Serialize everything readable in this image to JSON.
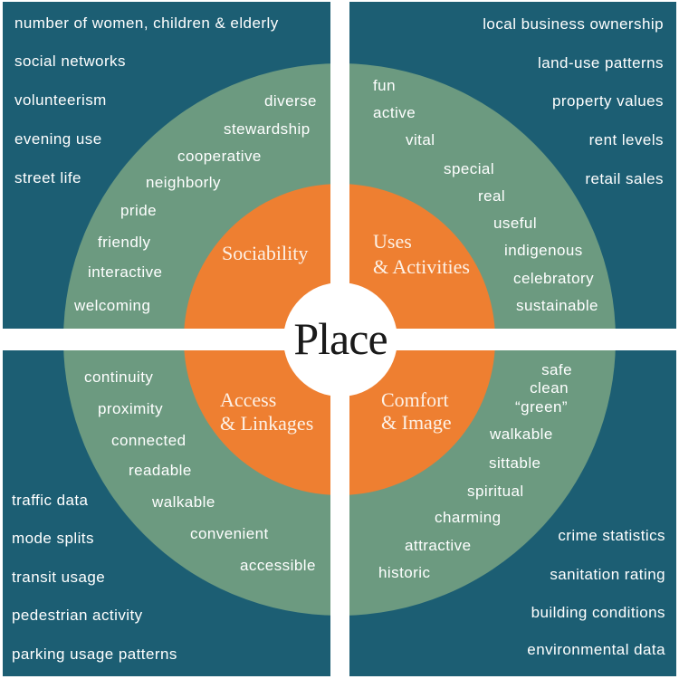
{
  "title": "Place",
  "colors": {
    "outer": "#1c5e73",
    "middle": "#6c9a80",
    "inner": "#ee7f31",
    "center": "#ffffff",
    "text": "#ffffff"
  },
  "quadrants": {
    "sociability": {
      "label": "Sociability",
      "attributes": [
        "diverse",
        "stewardship",
        "cooperative",
        "neighborly",
        "pride",
        "friendly",
        "interactive",
        "welcoming"
      ],
      "measurements": [
        "number of women, children & elderly",
        "social networks",
        "volunteerism",
        "evening use",
        "street life"
      ]
    },
    "uses_activities": {
      "label_line1": "Uses",
      "label_line2": "& Activities",
      "attributes": [
        "fun",
        "active",
        "vital",
        "special",
        "real",
        "useful",
        "indigenous",
        "celebratory",
        "sustainable"
      ],
      "measurements": [
        "local business ownership",
        "land-use patterns",
        "property values",
        "rent levels",
        "retail sales"
      ]
    },
    "access_linkages": {
      "label_line1": "Access",
      "label_line2": "& Linkages",
      "attributes": [
        "continuity",
        "proximity",
        "connected",
        "readable",
        "walkable",
        "convenient",
        "accessible"
      ],
      "measurements": [
        "traffic data",
        "mode splits",
        "transit usage",
        "pedestrian activity",
        "parking usage patterns"
      ]
    },
    "comfort_image": {
      "label_line1": "Comfort",
      "label_line2": "& Image",
      "attributes": [
        "safe",
        "clean",
        "“green”",
        "walkable",
        "sittable",
        "spiritual",
        "charming",
        "attractive",
        "historic"
      ],
      "measurements": [
        "crime statistics",
        "sanitation rating",
        "building conditions",
        "environmental data"
      ]
    }
  }
}
